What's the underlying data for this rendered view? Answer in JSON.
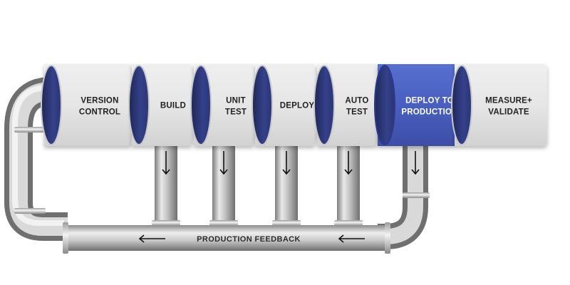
{
  "steps": [
    {
      "line1": "VERSION",
      "line2": "CONTROL",
      "highlighted": false
    },
    {
      "line1": "BUILD",
      "line2": "",
      "highlighted": false
    },
    {
      "line1": "UNIT",
      "line2": "TEST",
      "highlighted": false
    },
    {
      "line1": "DEPLOY",
      "line2": "",
      "highlighted": false
    },
    {
      "line1": "AUTO",
      "line2": "TEST",
      "highlighted": false
    },
    {
      "line1": "DEPLOY TO",
      "line2": "PRODUCTION",
      "highlighted": true
    },
    {
      "line1": "MEASURE+",
      "line2": "VALIDATE",
      "highlighted": false
    }
  ],
  "feedback": {
    "label": "PRODUCTION FEEDBACK"
  },
  "colors": {
    "segment": "#e6e6e6",
    "highlight": "#4a5fbf",
    "opening": "#2e3a78",
    "pipe": "#b8b8b8",
    "text_dark": "#222222",
    "text_light": "#ffffff"
  }
}
